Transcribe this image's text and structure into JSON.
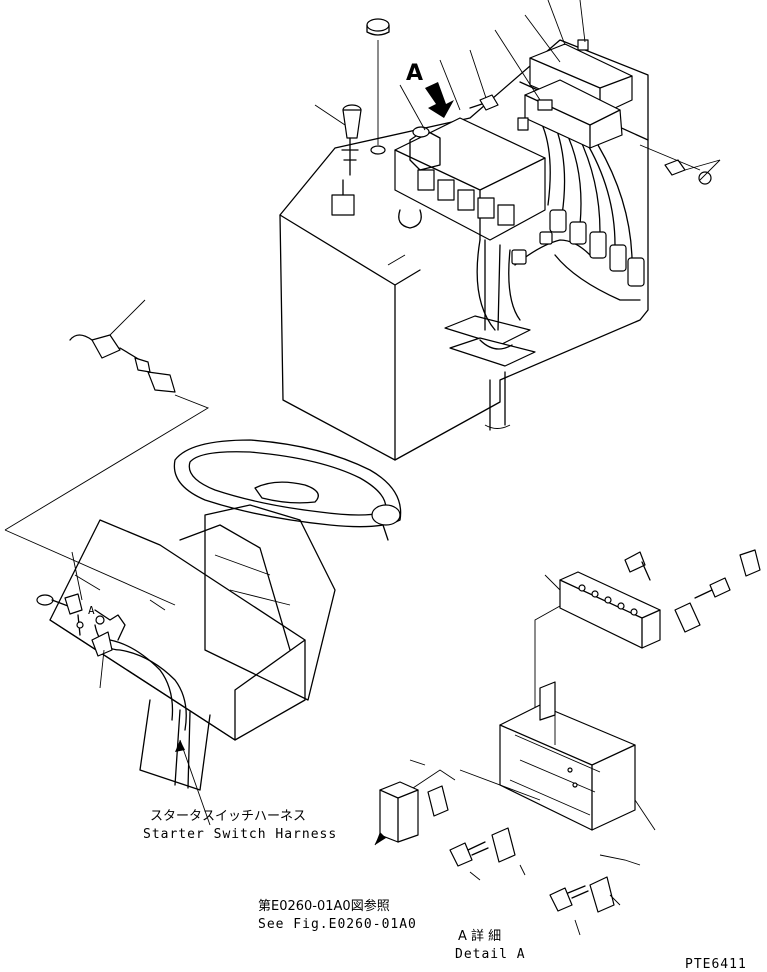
{
  "labels": {
    "starter_harness_jp": "スタータスイッチハーネス",
    "starter_harness_en": "Starter Switch Harness",
    "see_fig_jp": "第E0260-01A0図参照",
    "see_fig_en": "See Fig.E0260-01A0",
    "detail_jp": "A 詳 細",
    "detail_en": "Detail A",
    "view_marker_main": "A",
    "view_marker_small": "A",
    "figure_code": "PTE6411"
  }
}
